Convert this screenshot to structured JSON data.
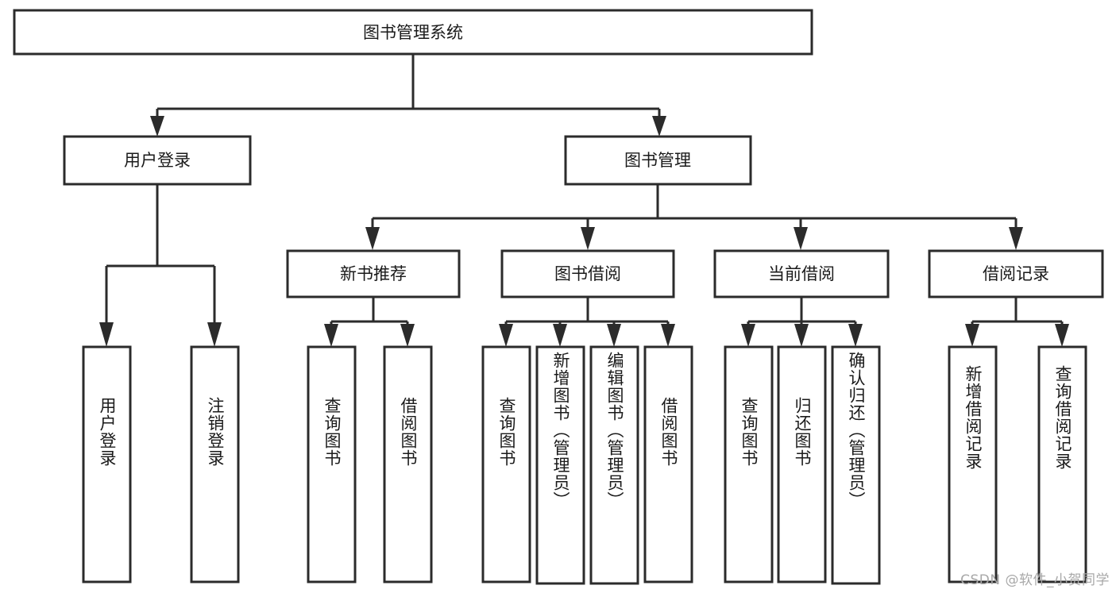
{
  "diagram": {
    "title": "图书管理系统",
    "type": "tree-hierarchy-diagram",
    "watermark": "CSDN @软件_小贺同学",
    "colors": {
      "box_stroke": "#2b2b2b",
      "box_fill": "#ffffff",
      "line": "#2b2b2b",
      "text": "#1a1a1a",
      "watermark": "#a8a8a8",
      "background": "#ffffff"
    },
    "root": {
      "label": "图书管理系统"
    },
    "level2": [
      {
        "label": "用户登录"
      },
      {
        "label": "图书管理"
      }
    ],
    "level3": [
      {
        "label": "新书推荐"
      },
      {
        "label": "图书借阅"
      },
      {
        "label": "当前借阅"
      },
      {
        "label": "借阅记录"
      }
    ],
    "leaves": {
      "user_login": [
        {
          "label": "用户登录"
        },
        {
          "label": "注销登录"
        }
      ],
      "new_book_recommend": [
        {
          "label": "查询图书"
        },
        {
          "label": "借阅图书"
        }
      ],
      "book_borrow": [
        {
          "label": "查询图书"
        },
        {
          "label": "新增图书（管理员）"
        },
        {
          "label": "编辑图书（管理员）"
        },
        {
          "label": "借阅图书"
        }
      ],
      "current_borrow": [
        {
          "label": "查询图书"
        },
        {
          "label": "归还图书"
        },
        {
          "label": "确认归还（管理员）"
        }
      ],
      "borrow_record": [
        {
          "label": "新增借阅记录"
        },
        {
          "label": "查询借阅记录"
        }
      ]
    }
  }
}
